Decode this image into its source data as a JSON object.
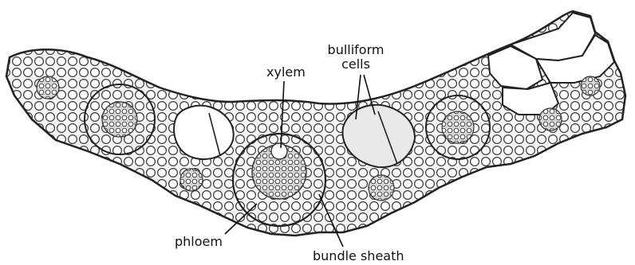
{
  "labels": {
    "xylem": "xylem",
    "bulliform_line1": "bulliform",
    "bulliform_line2": "cells",
    "phloem": "phloem",
    "bundle_sheath": "bundle sheath"
  }
}
